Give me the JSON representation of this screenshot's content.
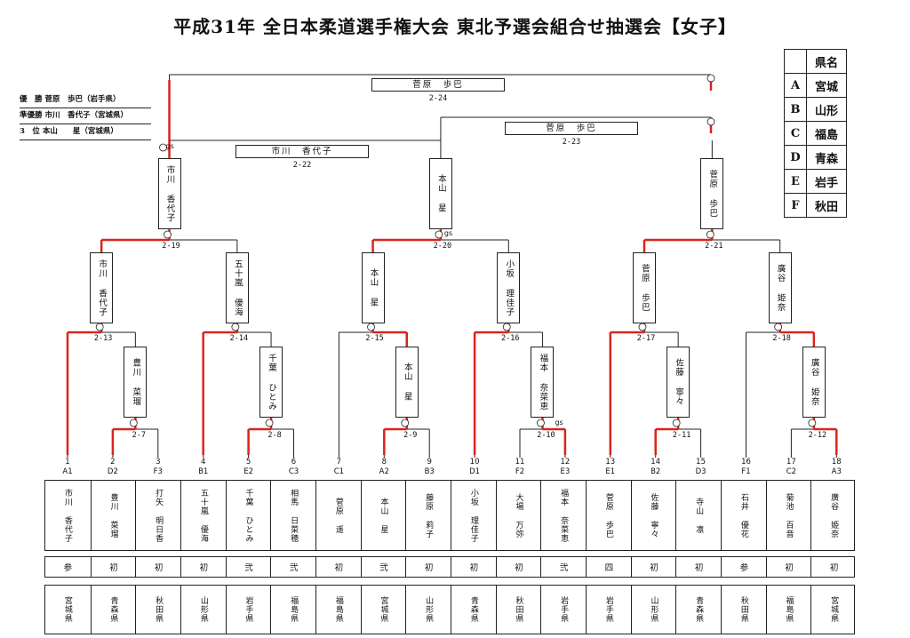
{
  "title": "平成31年 全日本柔道選手権大会 東北予選会組合せ抽選会【女子】",
  "results": [
    "優　勝 菅原　歩巴（岩手県）",
    "準優勝 市川　香代子（宮城県）",
    "3　位 本山　　星（宮城県）"
  ],
  "legend": [
    {
      "key": "",
      "value": "県名"
    },
    {
      "key": "A",
      "value": "宮城"
    },
    {
      "key": "B",
      "value": "山形"
    },
    {
      "key": "C",
      "value": "福島"
    },
    {
      "key": "D",
      "value": "青森"
    },
    {
      "key": "E",
      "value": "岩手"
    },
    {
      "key": "F",
      "value": "秋田"
    }
  ],
  "matches": {
    "m7": "2-7",
    "m8": "2-8",
    "m9": "2-9",
    "m10": "2-10",
    "m11": "2-11",
    "m12": "2-12",
    "m13": "2-13",
    "m14": "2-14",
    "m15": "2-15",
    "m16": "2-16",
    "m17": "2-17",
    "m18": "2-18",
    "m19": "2-19",
    "m20": "2-20",
    "m21": "2-21",
    "m22": "2-22",
    "m23": "2-23",
    "m24": "2-24"
  },
  "winners": {
    "w7": "豊川 菜瑠",
    "w8": "千葉 ひとみ",
    "w9": "本山 星",
    "w10": "福本 奈菜恵",
    "w11": "佐藤 寧々",
    "w12": "廣谷 姫奈",
    "w13": "市川 香代子",
    "w14": "五十嵐 優海",
    "w15": "本山 星",
    "w16": "小坂 理佳子",
    "w17": "菅原 歩巴",
    "w18": "廣谷 姫奈",
    "w19": "市川 香代子",
    "w20": "本山 星",
    "w21": "菅原 歩巴",
    "w22": "市川　香代子",
    "w23": "菅原　歩巴",
    "w24": "菅原　歩巴"
  },
  "gs_label": "gs",
  "players": [
    {
      "num": "1",
      "code": "A1",
      "name": "市川 香代子",
      "grade": "参",
      "pref": "宮城県"
    },
    {
      "num": "2",
      "code": "D2",
      "name": "豊川 菜瑠",
      "grade": "初",
      "pref": "青森県"
    },
    {
      "num": "3",
      "code": "F3",
      "name": "打矢 明日香",
      "grade": "初",
      "pref": "秋田県"
    },
    {
      "num": "4",
      "code": "B1",
      "name": "五十嵐 優海",
      "grade": "初",
      "pref": "山形県"
    },
    {
      "num": "5",
      "code": "E2",
      "name": "千葉 ひとみ",
      "grade": "弐",
      "pref": "岩手県"
    },
    {
      "num": "6",
      "code": "C3",
      "name": "相馬 日菜穂",
      "grade": "弐",
      "pref": "福島県"
    },
    {
      "num": "7",
      "code": "C1",
      "name": "菅原 遥",
      "grade": "初",
      "pref": "福島県"
    },
    {
      "num": "8",
      "code": "A2",
      "name": "本山 星",
      "grade": "弐",
      "pref": "宮城県"
    },
    {
      "num": "9",
      "code": "B3",
      "name": "藤原 莉子",
      "grade": "初",
      "pref": "山形県"
    },
    {
      "num": "10",
      "code": "D1",
      "name": "小坂 理佳子",
      "grade": "初",
      "pref": "青森県"
    },
    {
      "num": "11",
      "code": "F2",
      "name": "大場 万弥",
      "grade": "初",
      "pref": "秋田県"
    },
    {
      "num": "12",
      "code": "E3",
      "name": "福本 奈菜恵",
      "grade": "弐",
      "pref": "岩手県"
    },
    {
      "num": "13",
      "code": "E1",
      "name": "菅原 歩巴",
      "grade": "四",
      "pref": "岩手県"
    },
    {
      "num": "14",
      "code": "B2",
      "name": "佐藤 寧々",
      "grade": "初",
      "pref": "山形県"
    },
    {
      "num": "15",
      "code": "D3",
      "name": "寺山 凛",
      "grade": "初",
      "pref": "青森県"
    },
    {
      "num": "16",
      "code": "F1",
      "name": "石井 優花",
      "grade": "参",
      "pref": "秋田県"
    },
    {
      "num": "17",
      "code": "C2",
      "name": "菊池 百音",
      "grade": "初",
      "pref": "福島県"
    },
    {
      "num": "18",
      "code": "A3",
      "name": "廣谷 姫奈",
      "grade": "初",
      "pref": "宮城県"
    }
  ]
}
